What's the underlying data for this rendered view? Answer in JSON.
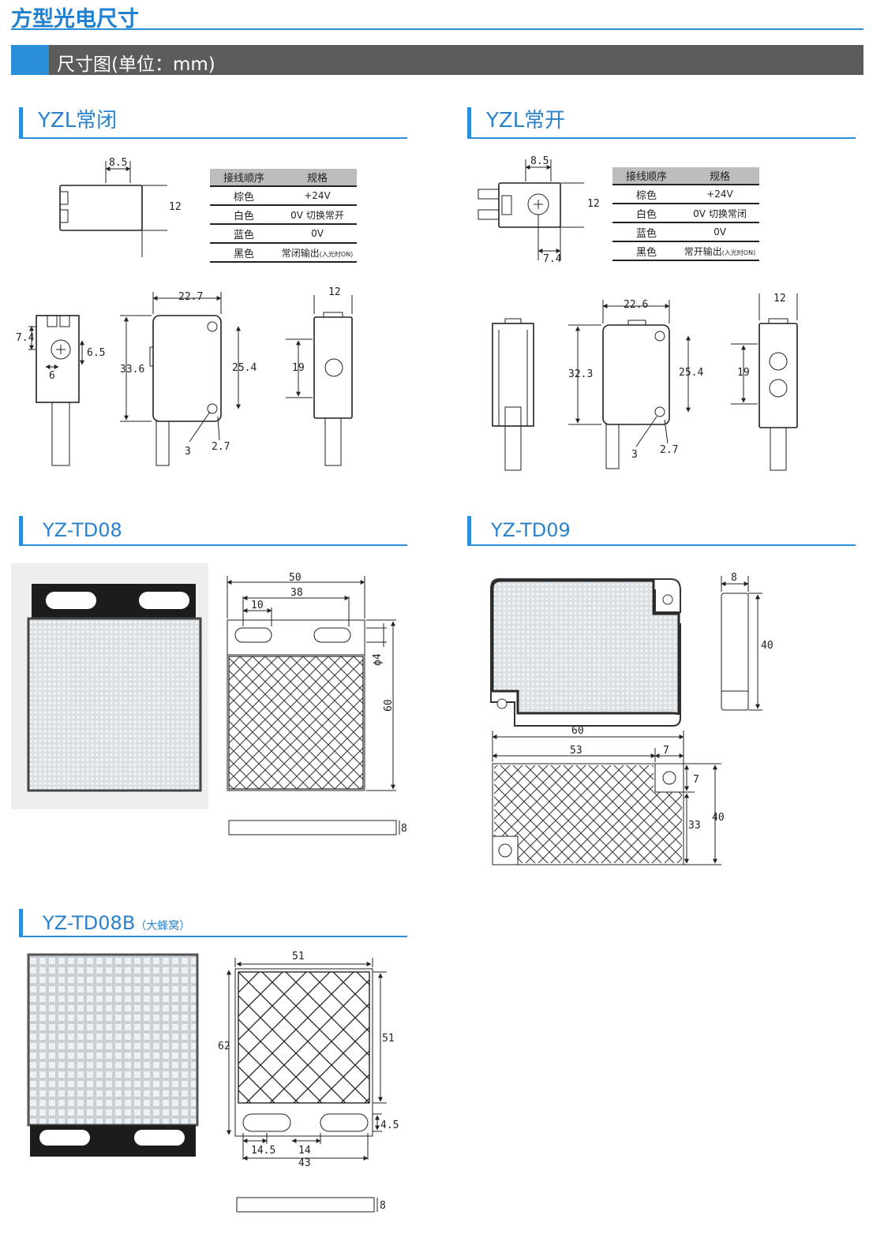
{
  "page_title": "方型光电尺寸",
  "banner": "尺寸图(单位：mm)",
  "sections": {
    "yzl_nc": "YZL常闭",
    "yzl_no": "YZL常开",
    "td08": "YZ-TD08",
    "td09": "YZ-TD09",
    "td08b": "YZ-TD08B",
    "td08b_note": "（大蜂窝）"
  },
  "table_nc": {
    "headers": [
      "接线顺序",
      "规格"
    ],
    "rows": [
      {
        "color": "棕色",
        "spec": "+24V",
        "note": ""
      },
      {
        "color": "白色",
        "spec": "0V 切换常开",
        "note": ""
      },
      {
        "color": "蓝色",
        "spec": "0V",
        "note": ""
      },
      {
        "color": "黑色",
        "spec": "常闭输出",
        "note": "(入光时ON)"
      }
    ]
  },
  "table_no": {
    "headers": [
      "接线顺序",
      "规格"
    ],
    "rows": [
      {
        "color": "棕色",
        "spec": "+24V",
        "note": ""
      },
      {
        "color": "白色",
        "spec": "0V 切换常闭",
        "note": ""
      },
      {
        "color": "蓝色",
        "spec": "0V",
        "note": ""
      },
      {
        "color": "黑色",
        "spec": "常开输出",
        "note": "(入光时ON)"
      }
    ]
  },
  "dims_nc": {
    "top_width": "8.5",
    "top_height": "12",
    "left_a": "7.4",
    "left_b": "6.5",
    "left_c": "6",
    "front_width": "22.7",
    "front_height": "33.6",
    "front_holes": "25.4",
    "front_hole_d": "3",
    "front_hole_off": "2.7",
    "side_width": "12",
    "side_window": "19"
  },
  "dims_no": {
    "top_width": "8.5",
    "top_height": "12",
    "top_screw": "7.4",
    "front_width": "22.6",
    "front_height": "32.3",
    "front_holes": "25.4",
    "front_hole_d": "3",
    "front_hole_off": "2.7",
    "side_width": "12",
    "side_window": "19"
  },
  "dims_td08": {
    "w": "50",
    "holes": "38",
    "slot": "10",
    "hole_d": "ϕ4",
    "h": "60",
    "t": "8"
  },
  "dims_td09": {
    "t": "8",
    "h_side": "40",
    "w": "60",
    "w_in": "53",
    "tab": "7",
    "tab_h": "7",
    "h_in": "33",
    "h": "40"
  },
  "dims_td08b": {
    "w_top": "51",
    "h": "62",
    "h_in": "51",
    "tab": "4.5",
    "a": "14.5",
    "b": "14",
    "w": "43",
    "t": "8"
  }
}
